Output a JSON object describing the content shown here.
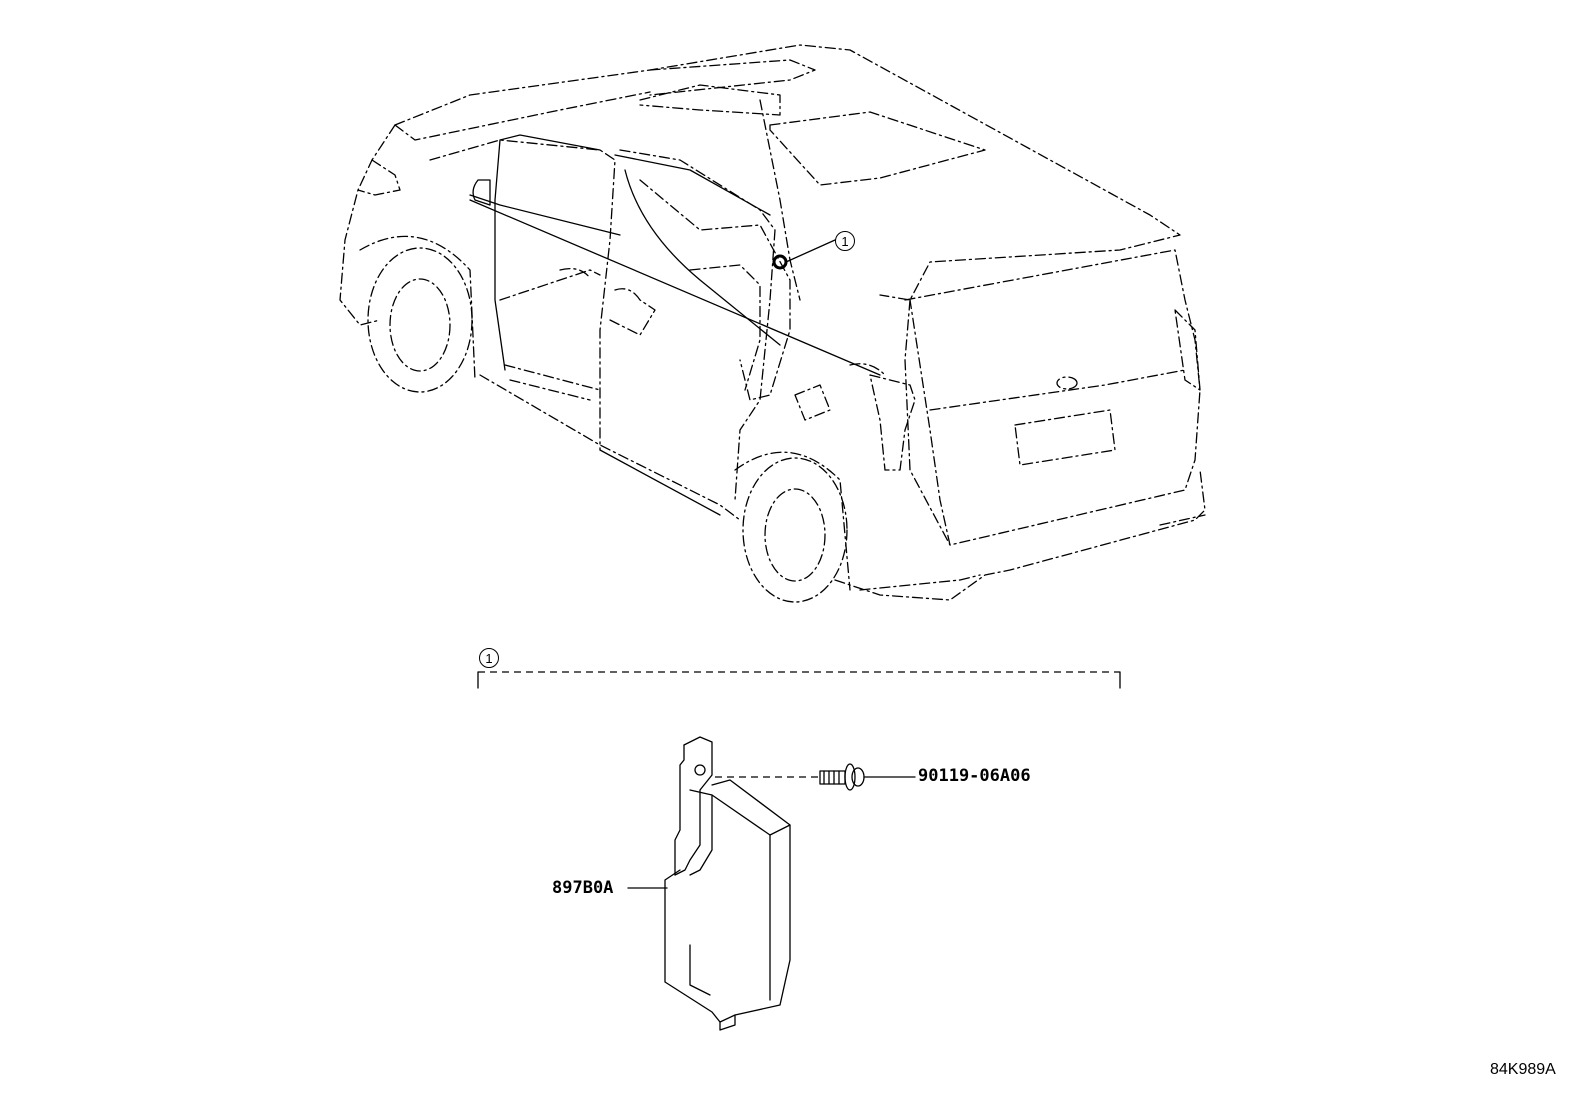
{
  "callouts": {
    "vehicle_ref": "1",
    "group_ref": "1"
  },
  "parts": {
    "bolt_part_number": "90119-06A06",
    "ecu_part_number": "897B0A"
  },
  "diagram_code": "84K989A"
}
